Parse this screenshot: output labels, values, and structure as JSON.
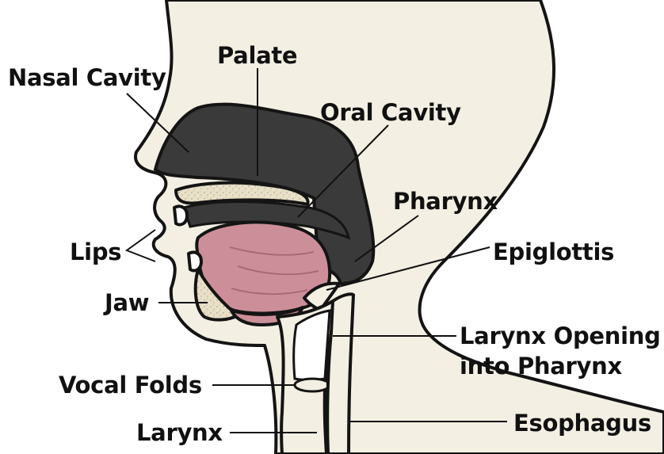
{
  "labels": {
    "nasal_cavity": "Nasal Cavity",
    "palate": "Palate",
    "oral_cavity": "Oral Cavity",
    "pharynx": "Pharynx",
    "epiglottis": "Epiglottis",
    "lips": "Lips",
    "jaw": "Jaw",
    "larynx_opening_line1": "Larynx Opening",
    "larynx_opening_line2": "into Pharynx",
    "vocal_folds": "Vocal Folds",
    "larynx": "Larynx",
    "esophagus": "Esophagus"
  },
  "colors": {
    "skin": "#f3efe2",
    "cavity": "#3a3a3a",
    "tongue": "#cc8f9a",
    "bone": "#e9e0c8",
    "outline": "#141414",
    "label": "#111111"
  }
}
